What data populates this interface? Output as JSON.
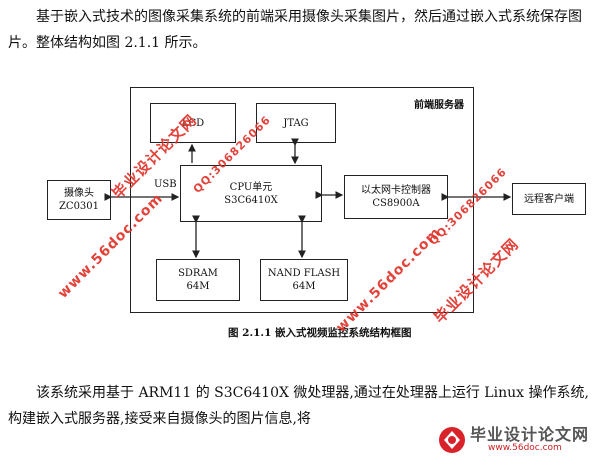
{
  "doc": {
    "para1": "基于嵌入式技术的图像采集系统的前端采用摄像头采集图片，然后通过嵌入式系统保存图片。整体结构如图 2.1.1 所示。",
    "para2": "该系统采用基于 ARM11 的 S3C6410X 微处理器,通过在处理器上运行 Linux 操作系统,构建嵌入式服务器,接受来自摄像头的图片信息,将"
  },
  "figure": {
    "panel_label": "前端服务器",
    "lcd": "LCD",
    "jtag": "JTAG",
    "cpu_title": "CPU单元",
    "cpu_sub": "S3C6410X",
    "camera_line1": "摄像头",
    "camera_line2": "ZC0301",
    "usb": "USB",
    "ethernet_line1": "以太网卡控制器",
    "ethernet_line2": "CS8900A",
    "remote": "远程客户端",
    "sdram_line1": "SDRAM",
    "sdram_line2": "64M",
    "nand_line1": "NAND FLASH",
    "nand_line2": "64M",
    "caption": "图 2.1.1  嵌入式视频监控系统结构框图"
  },
  "watermarks": {
    "site_cn": "毕业设计论文网",
    "qq": "QQ:306826066",
    "url": "www.56doc.com"
  },
  "logo": {
    "text": "毕业设计论文网",
    "url": "www.56doc.com"
  },
  "colors": {
    "watermark": "#d8232a",
    "ink": "#111111"
  }
}
